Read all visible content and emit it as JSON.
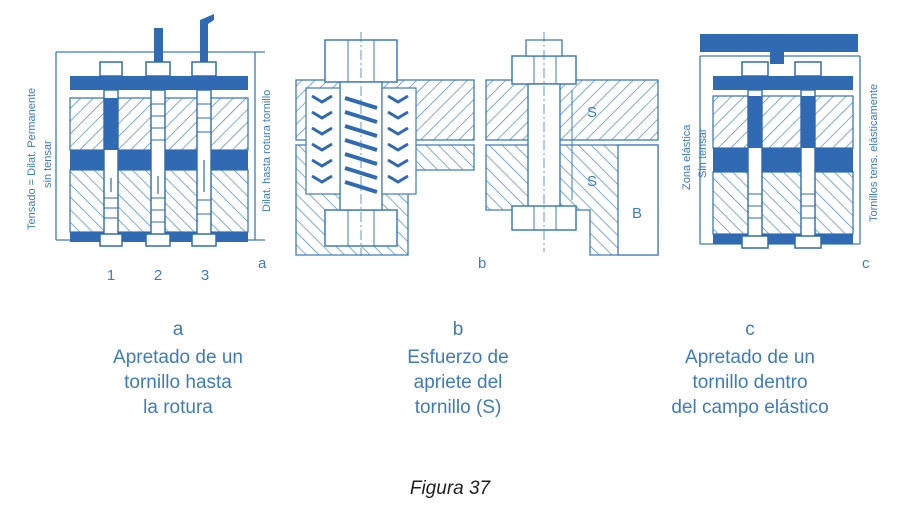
{
  "colors": {
    "ink": "#3d7bc0",
    "dark": "#2f6ab3",
    "hatch": "#4a86c8",
    "paper": "#ffffff",
    "title": "#1f1f1f"
  },
  "panel_a": {
    "letter": "a",
    "label_tensado": "Tensado = Dilat. Permanente",
    "label_sin_tensar": "sin tensar",
    "label_dilat_rotura": "Dilat. hasta rotura tornillo",
    "bolt_numbers": [
      "1",
      "2",
      "3"
    ]
  },
  "panel_b": {
    "letter": "b",
    "label_s_top": "S",
    "label_s_bottom": "S",
    "label_b": "B"
  },
  "panel_c": {
    "letter": "c",
    "label_zona_elastica": "Zona elástica",
    "label_sin_tensar": "Sin tensar",
    "label_tornillos": "Tornillos tens. elásticamente"
  },
  "captions": [
    {
      "letter": "a",
      "lines": [
        "Apretado de un",
        "tornillo hasta",
        "la rotura"
      ]
    },
    {
      "letter": "b",
      "lines": [
        "Esfuerzo de",
        "apriete del",
        "tornillo (S)"
      ]
    },
    {
      "letter": "c",
      "lines": [
        "Apretado de un",
        "tornillo dentro",
        "del campo elástico"
      ]
    }
  ],
  "figure_title": "Figura 37"
}
